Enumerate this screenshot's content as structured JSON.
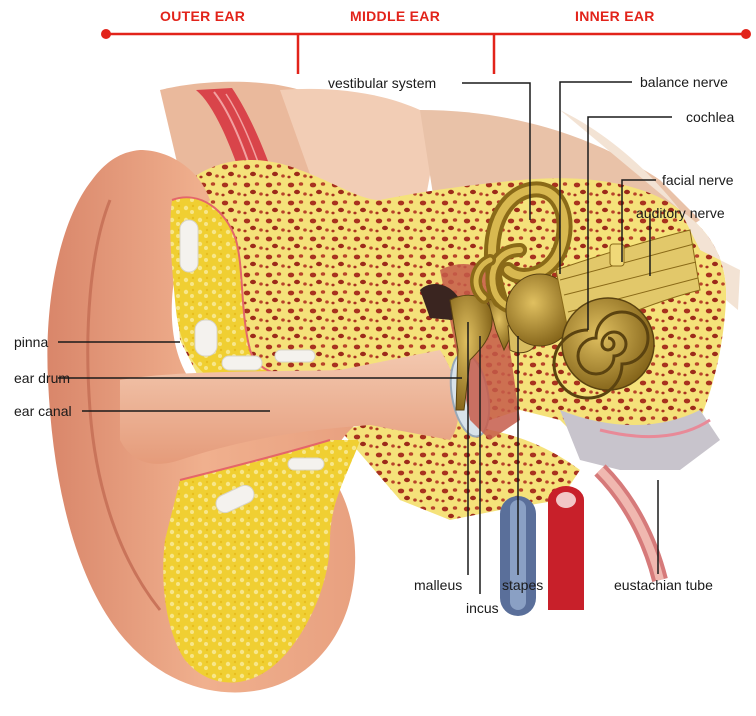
{
  "sections": {
    "outer": "OUTER EAR",
    "middle": "MIDDLE EAR",
    "inner": "INNER EAR"
  },
  "labels": {
    "vestibular_system": "vestibular system",
    "balance_nerve": "balance nerve",
    "cochlea": "cochlea",
    "facial_nerve": "facial nerve",
    "auditory_nerve": "auditory nerve",
    "pinna": "pinna",
    "ear_drum": "ear drum",
    "ear_canal": "ear canal",
    "malleus": "malleus",
    "incus": "incus",
    "stapes": "stapes",
    "eustachian_tube": "eustachian tube"
  },
  "colors": {
    "section_accent": "#e2231a",
    "skin": "#e9a17f",
    "bone": "#f6e77a",
    "bone_pores": "#a8321f",
    "cartilage": "#f2d23a",
    "inner_ear_gold": "#b08a2a",
    "vessel_red": "#c8202a",
    "vessel_blue": "#5a6f9a"
  }
}
